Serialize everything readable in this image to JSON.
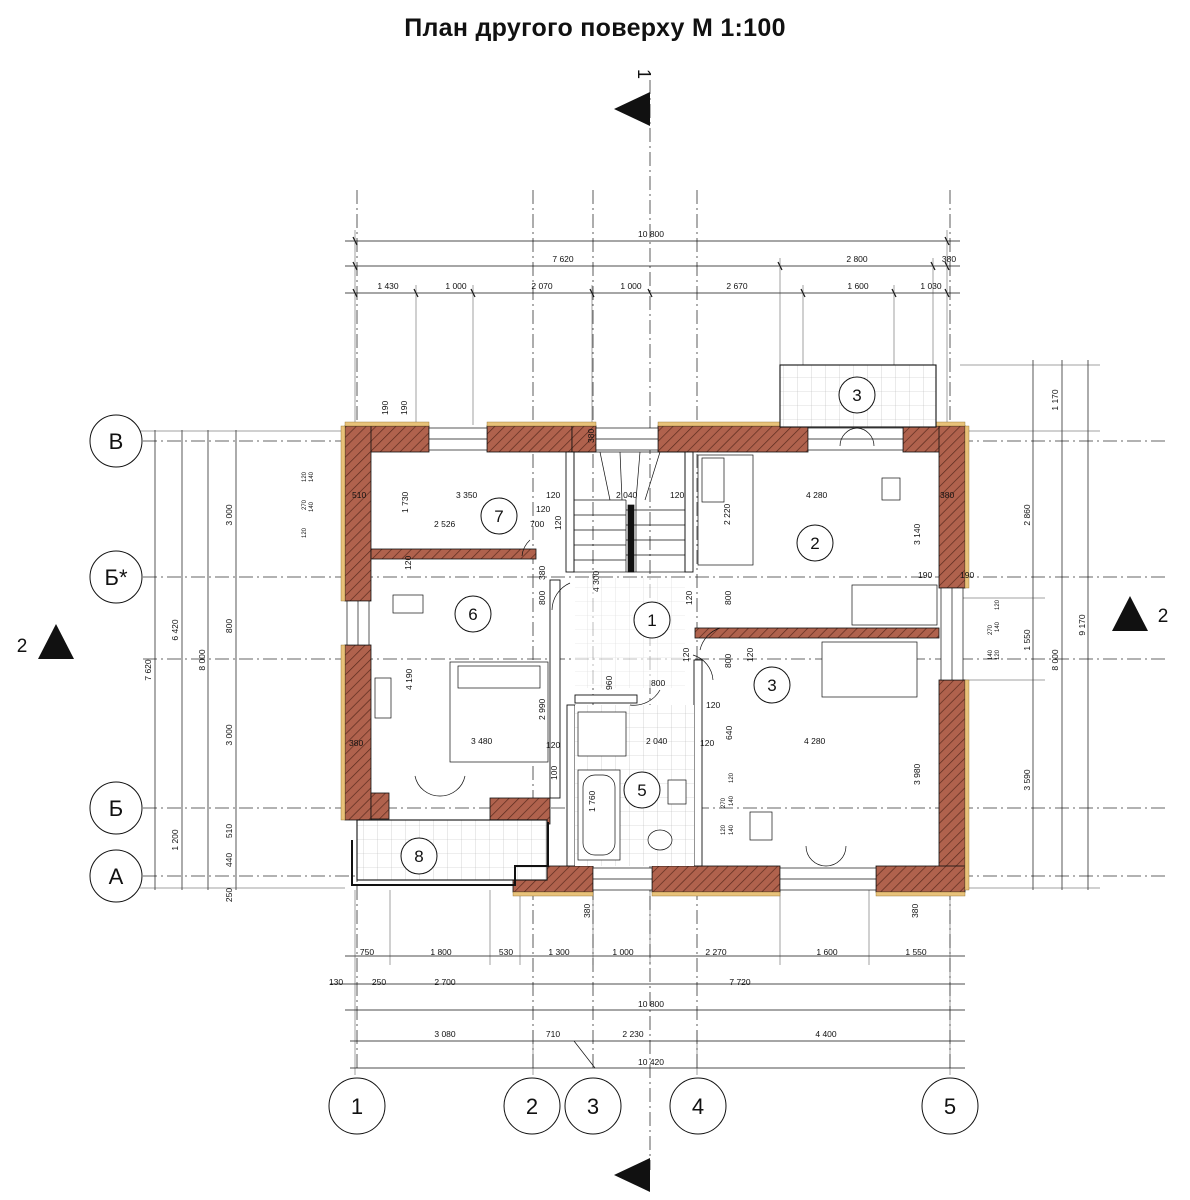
{
  "title": "План другого поверху М 1:100",
  "dims_top": {
    "total": "10 800",
    "row2": [
      "7 620",
      "2 800",
      "380"
    ],
    "row3": [
      "1 430",
      "1 000",
      "2 070",
      "1 000",
      "2 670",
      "1 600",
      "1 030"
    ]
  },
  "dims_bottom": {
    "row1": [
      "750",
      "1 800",
      "530",
      "1 300",
      "1 000",
      "2 270",
      "1 600",
      "1 550"
    ],
    "row2": [
      "130",
      "250",
      "2 700",
      "7 720"
    ],
    "total": "10 800",
    "row4": [
      "3 080",
      "710",
      "2 230",
      "4 400"
    ],
    "row5": "10 420"
  },
  "dims_left": [
    "3 000",
    "800",
    "3 000",
    "1 200",
    "510",
    "440",
    "250",
    "6 420",
    "7 620",
    "8 000"
  ],
  "dims_right": [
    "1 170",
    "2 860",
    "1 550",
    "3 590",
    "8 000",
    "9 170"
  ],
  "dims_interior": [
    "190",
    "190",
    "380",
    "510",
    "1 730",
    "3 350",
    "120",
    "120",
    "2 526",
    "700",
    "120",
    "380",
    "2 040",
    "120",
    "2 220",
    "4 280",
    "380",
    "3 140",
    "190",
    "190",
    "800",
    "4 300",
    "120",
    "800",
    "4 190",
    "120",
    "960",
    "800",
    "120",
    "800",
    "120",
    "120",
    "640",
    "2 990",
    "3 480",
    "120",
    "2 040",
    "120",
    "4 280",
    "380",
    "100",
    "1 760",
    "3 980",
    "380",
    "380",
    "120",
    "140",
    "270",
    "140",
    "120",
    "120",
    "140",
    "270",
    "140",
    "120",
    "140",
    "120",
    "270",
    "140",
    "120"
  ],
  "rooms": [
    "1",
    "2",
    "3",
    "3",
    "5",
    "6",
    "7",
    "8"
  ],
  "axes_horizontal": [
    "В",
    "Б*",
    "Б",
    "А"
  ],
  "axes_vertical": [
    "1",
    "2",
    "3",
    "4",
    "5"
  ],
  "section_marks": [
    "1",
    "2",
    "2"
  ],
  "colors": {
    "wall": "#b0624d",
    "hatch": "#5a2a1e",
    "insulation": "#e8c27a",
    "line": "#111111"
  }
}
